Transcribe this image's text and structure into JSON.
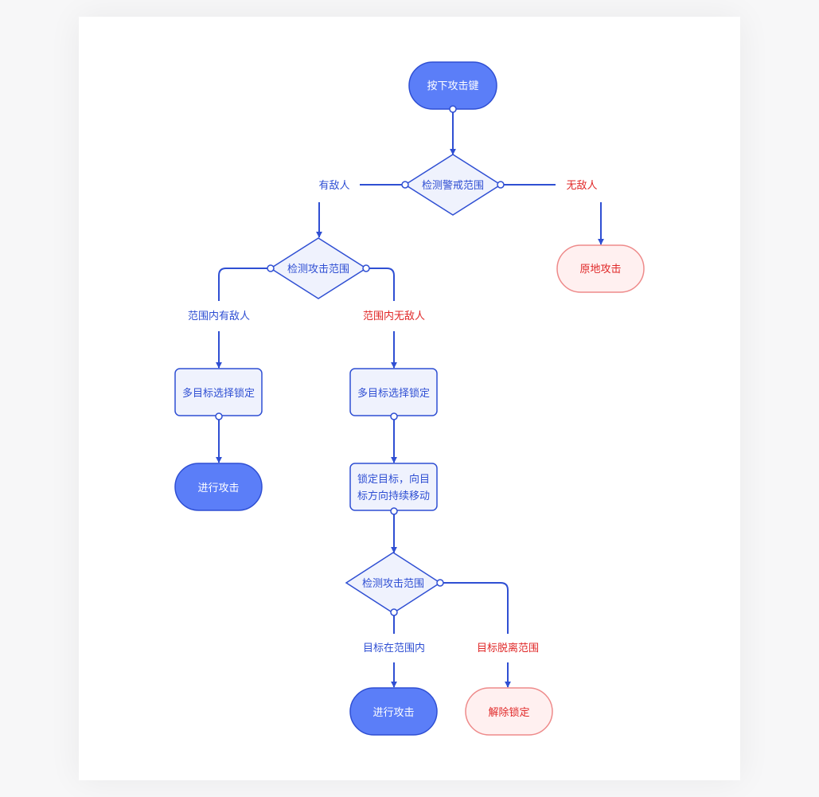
{
  "colors": {
    "edge": "#2f4fd3",
    "terminal_blue_fill": "#5b7ef8",
    "node_light_fill": "#eff2fd",
    "terminal_red_fill": "#fff0f0",
    "terminal_red_stroke": "#ee8a8a",
    "label_blue": "#2f4fd3",
    "label_red": "#e02828"
  },
  "nodes": {
    "start": "按下攻击键",
    "check_alert": "检测警戒范围",
    "check_attack_1": "检测攻击范围",
    "attack_in_place": "原地攻击",
    "multi_select_left": "多目标选择锁定",
    "multi_select_right": "多目标选择锁定",
    "attack_left": "进行攻击",
    "lock_move_line1": "锁定目标，向目",
    "lock_move_line2": "标方向持续移动",
    "check_attack_2": "检测攻击范围",
    "attack_bottom": "进行攻击",
    "unlock": "解除锁定"
  },
  "edge_labels": {
    "has_enemy": "有敌人",
    "no_enemy": "无敌人",
    "in_range_has_enemy": "范围内有敌人",
    "in_range_no_enemy": "范围内无敌人",
    "target_in_range": "目标在范围内",
    "target_out_of_range": "目标脱离范围"
  }
}
